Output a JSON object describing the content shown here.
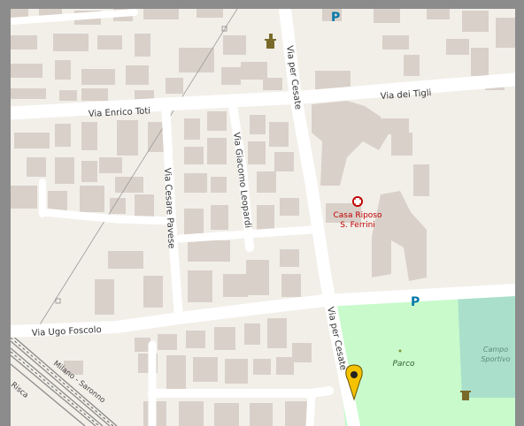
{
  "map": {
    "streets": [
      "Via Enrico Toti",
      "Via dei Tigli",
      "Via per Cesate",
      "Via Giacomo Leopardi",
      "Via Cesare Pavese",
      "Via Ugo Foscolo",
      "Via per Cesate",
      "Milano - Saronno",
      "Risca"
    ],
    "pois": {
      "hospital_name": "Casa Riposo",
      "hospital_sub": "S. Ferrini",
      "park": "Parco",
      "sport_line1": "Campo",
      "sport_line2": "Sportivo",
      "parking": "P"
    },
    "colors": {
      "background": "#f2efe9",
      "building": "#d9d0c9",
      "road": "#ffffff",
      "park": "#c8facc",
      "sport": "#aae0cb",
      "railway": "#8f8f8f",
      "hospital": "#bf0000",
      "parking": "#0078a8",
      "marker": "#f5c200"
    },
    "icons": [
      "parking-icon",
      "hospital-icon",
      "waste-basket-icon",
      "map-pin-icon",
      "railway-line"
    ]
  }
}
